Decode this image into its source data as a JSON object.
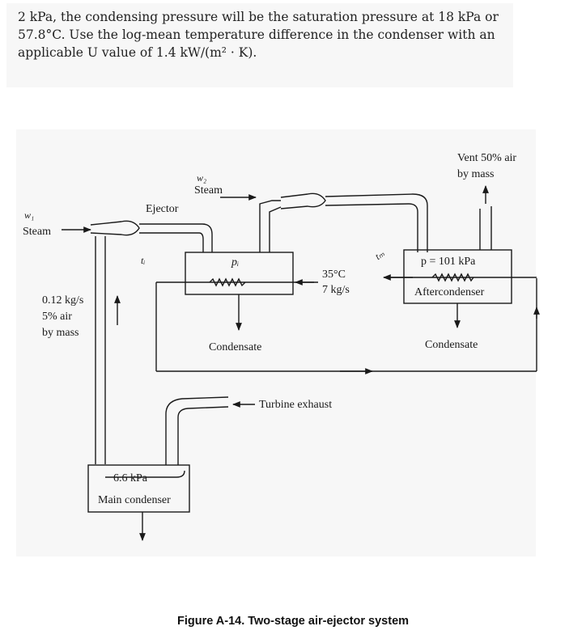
{
  "paragraph": {
    "line1": "2 kPa, the condensing pressure will be the saturation pressure at 18 kPa or",
    "line2": "57.8°C. Use the log-mean temperature difference in the condenser with an",
    "line3": "applicable U value of 1.4 kW/(m² · K)."
  },
  "diagram": {
    "w1": "w₁",
    "steam_left": "Steam",
    "ejector": "Ejector",
    "w2": "w₂",
    "steam_top": "Steam",
    "pi": "pᵢ",
    "handwritten_left": "tᵢ",
    "handwritten_right": "tₘ",
    "coolant_temp": "35°C",
    "coolant_flow": "7 kg/s",
    "vent_line1": "Vent 50% air",
    "vent_line2": "by mass",
    "after_pressure": "p = 101 kPa",
    "aftercondenser": "Aftercondenser",
    "condensate_mid": "Condensate",
    "condensate_right": "Condensate",
    "flow_line1": "0.12 kg/s",
    "flow_line2": "5% air",
    "flow_line3": "by mass",
    "turbine_exhaust": "Turbine exhaust",
    "main_pressure": "6.6 kPa",
    "main_condenser": "Main condenser"
  },
  "caption": "Figure A-14. Two-stage air-ejector system"
}
